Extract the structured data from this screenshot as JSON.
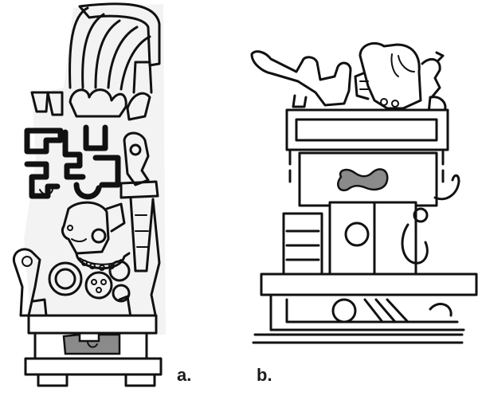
{
  "panels": [
    {
      "id": "a",
      "label": "a."
    },
    {
      "id": "b",
      "label": "b."
    }
  ],
  "colors": {
    "line": "#111111",
    "fill_gray": "#8a8a8a",
    "background": "#ffffff"
  }
}
